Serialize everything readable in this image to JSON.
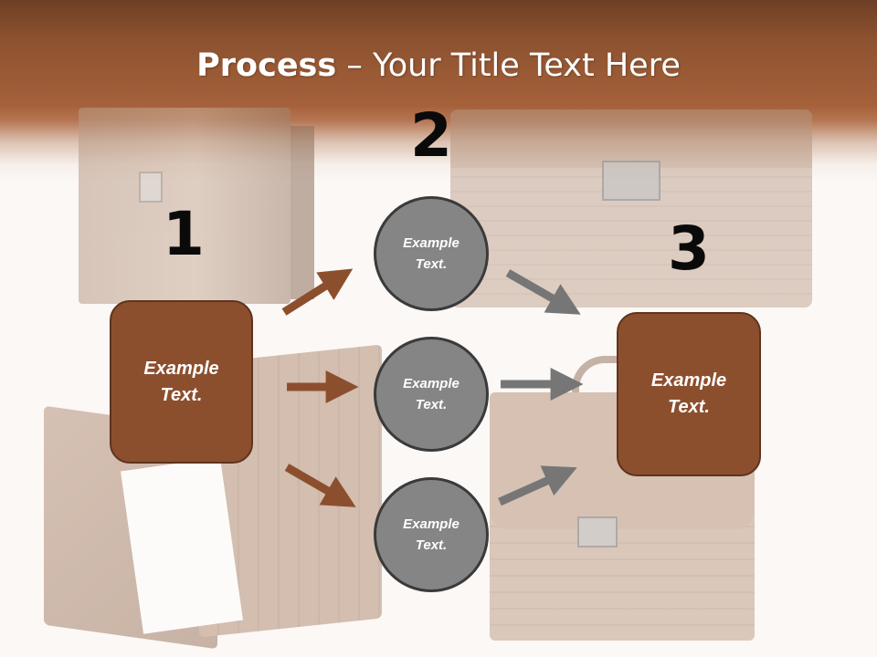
{
  "slide": {
    "title_bold": "Process",
    "title_rest": " – Your Title Text Here"
  },
  "steps": {
    "one": "1",
    "two": "2",
    "three": "3"
  },
  "boxes": {
    "left": "Example\nText.",
    "right": "Example\nText."
  },
  "circles": [
    {
      "label": "Example\nText."
    },
    {
      "label": "Example\nText."
    },
    {
      "label": "Example\nText."
    }
  ],
  "colors": {
    "brown_arrow": "#8c4f2e",
    "gray_arrow": "#767676",
    "box_fill": "#8c4f2e",
    "circle_fill": "#858585"
  }
}
